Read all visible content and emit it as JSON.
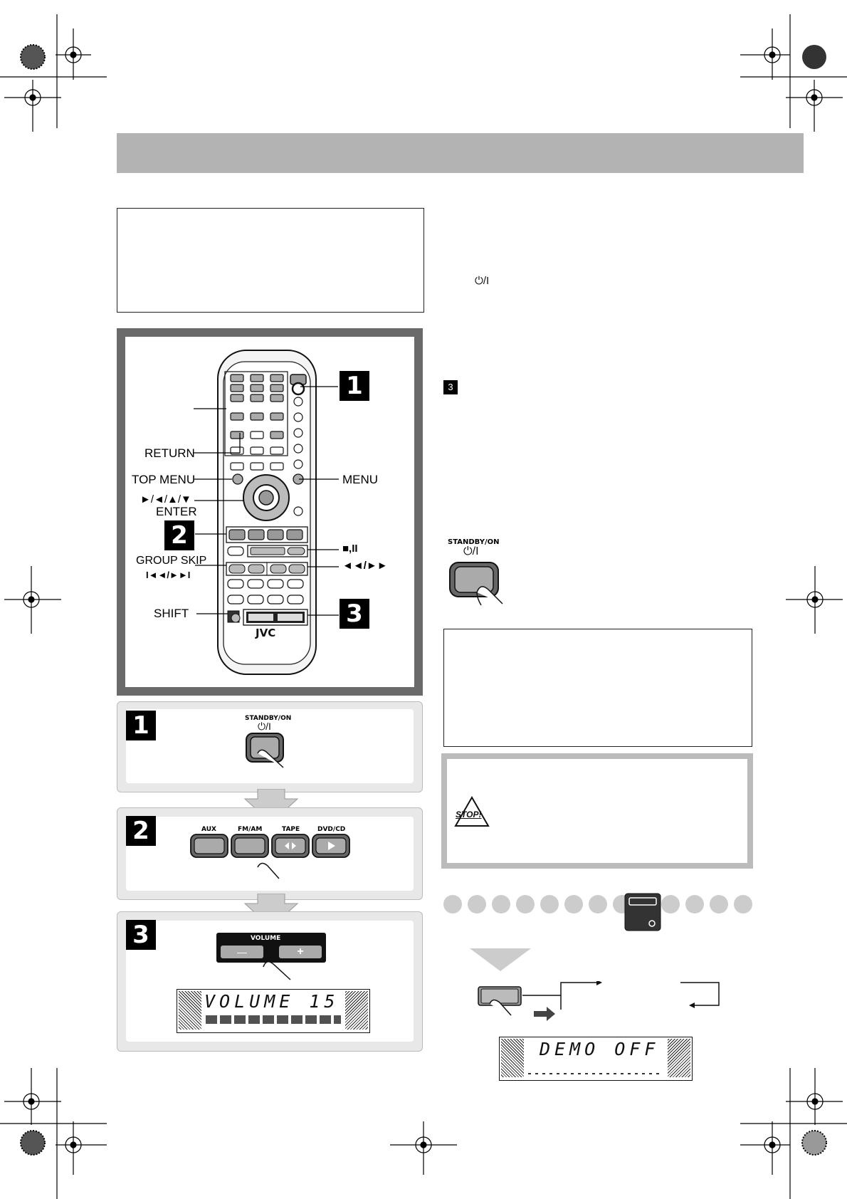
{
  "remote": {
    "labels": {
      "return": "RETURN",
      "top_menu": "TOP MENU",
      "cursor": "►/◄/▲/▼",
      "enter": "ENTER",
      "group_skip": "GROUP SKIP",
      "group_skip_keys": "I◄◄/►►I",
      "shift": "SHIFT",
      "menu": "MENU",
      "stop_pause": "■,II",
      "rew_ff": "◄◄/►►",
      "brand": "JVC"
    },
    "callouts": [
      "1",
      "2",
      "3"
    ]
  },
  "steps": [
    {
      "num": "1",
      "button_label": "STANDBY/ON",
      "symbol": "⏻/I"
    },
    {
      "num": "2",
      "buttons": [
        "AUX",
        "FM/AM",
        "TAPE",
        "DVD/CD"
      ]
    },
    {
      "num": "3",
      "volume_label": "VOLUME",
      "minus": "—",
      "plus": "+",
      "display": "VOLUME 15"
    }
  ],
  "right": {
    "power_symbol": "⏻/I",
    "step_ref": "3",
    "standby_label": "STANDBY/ON",
    "standby_symbol": "⏻/I",
    "stop_icon_text": "STOP!",
    "demo_display": "DEMO OFF"
  }
}
